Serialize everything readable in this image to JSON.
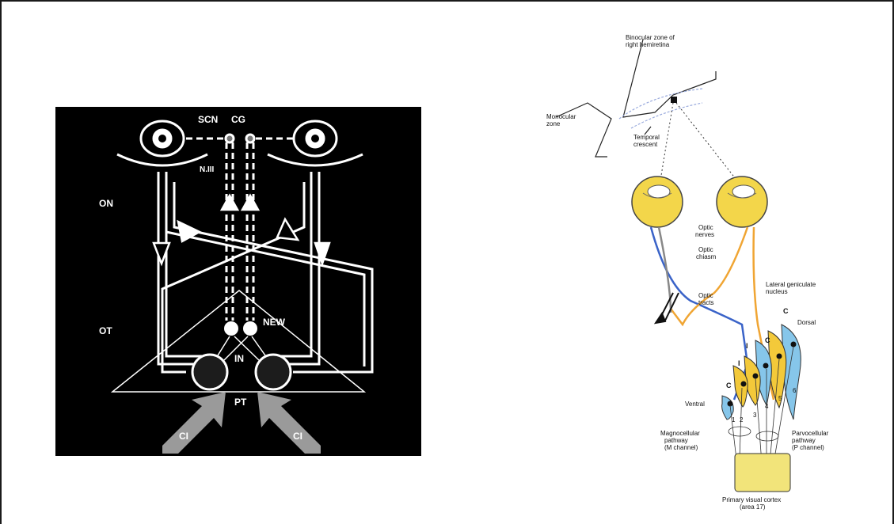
{
  "left_diagram": {
    "labels": {
      "scn": "SCN",
      "cg": "CG",
      "n3": "N.III",
      "on": "ON",
      "ot": "OT",
      "new": "NEW",
      "in": "IN",
      "pt": "PT",
      "ci_left": "CI",
      "ci_right": "CI"
    },
    "colors": {
      "background": "#000000",
      "line": "#ffffff",
      "node": "#1c1c1c",
      "input_arrow": "#9a9a9a"
    }
  },
  "right_diagram": {
    "labels": {
      "binocular_line1": "Binocular zone of",
      "binocular_line2": "right hemiretina",
      "monocular_line1": "Monocular",
      "monocular_line2": "zone",
      "temporal_line1": "Temporal",
      "temporal_line2": "crescent",
      "optic_nerves_line1": "Optic",
      "optic_nerves_line2": "nerves",
      "optic_chiasm_line1": "Optic",
      "optic_chiasm_line2": "chiasm",
      "optic_tracts_line1": "Optic",
      "optic_tracts_line2": "tracts",
      "lgn_line1": "Lateral geniculate",
      "lgn_line2": "nucleus",
      "dorsal": "Dorsal",
      "ventral": "Ventral",
      "c_top": "C",
      "c_mid": "C",
      "c_low": "C",
      "i_upper": "I",
      "i_lower": "I",
      "layer_1": "1",
      "layer_2": "2",
      "layer_3": "3",
      "layer_4": "4",
      "layer_5": "5",
      "layer_6": "6",
      "magno_line1": "Magnocellular",
      "magno_line2": "pathway",
      "magno_line3": "(M channel)",
      "parvo_line1": "Parvocellular",
      "parvo_line2": "pathway",
      "parvo_line3": "(P channel)",
      "cortex_line1": "Primary visual cortex",
      "cortex_line2": "(area 17)"
    },
    "colors": {
      "eye": "#f3d64a",
      "blue_pathway": "#3a63c8",
      "orange_pathway": "#f0a533",
      "blue_layer": "#86c6ea",
      "yellow_layer": "#f3c93a",
      "cortex": "#f2e47a"
    }
  }
}
